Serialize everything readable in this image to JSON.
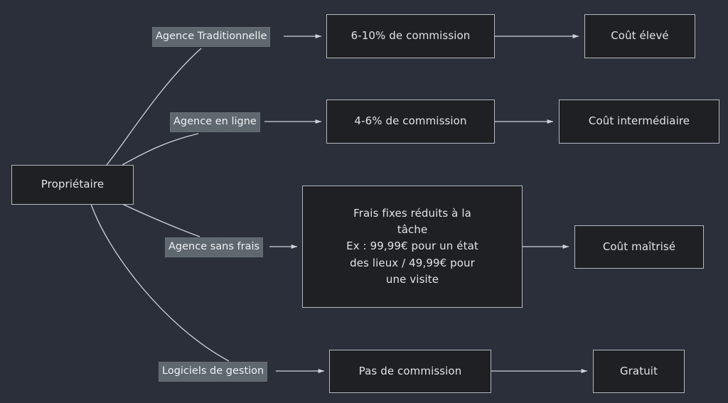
{
  "diagram": {
    "type": "flowchart",
    "direction": "left-to-right",
    "background_color": "#2a2f3a",
    "node_fill_color": "#1f2023",
    "node_border_color": "#b4bac1",
    "node_text_color": "#dfe3e8",
    "edge_color": "#cfd4da",
    "edge_label_bg_color": "#5f686f",
    "edge_label_text_color": "#eef1f4"
  },
  "nodes": {
    "root": {
      "label": "Propriétaire"
    },
    "commission_traditional": {
      "label": "6-10% de commission"
    },
    "commission_online": {
      "label": "4-6% de commission"
    },
    "fixed_fees": {
      "lines": [
        "Frais fixes réduits à la",
        "tâche",
        "Ex : 99,99€ pour un état",
        "des lieux / 49,99€ pour",
        "une visite"
      ],
      "label": "Frais fixes réduits à la tâche Ex : 99,99€ pour un état des lieux / 49,99€ pour une visite"
    },
    "no_commission": {
      "label": "Pas de commission"
    },
    "cost_high": {
      "label": "Coût élevé"
    },
    "cost_intermediate": {
      "label": "Coût intermédiaire"
    },
    "cost_controlled": {
      "label": "Coût maîtrisé"
    },
    "cost_free": {
      "label": "Gratuit"
    }
  },
  "edge_labels": {
    "traditional_agency": "Agence Traditionnelle",
    "online_agency": "Agence en ligne",
    "no_fee_agency": "Agence sans frais",
    "management_software": "Logiciels de gestion"
  }
}
